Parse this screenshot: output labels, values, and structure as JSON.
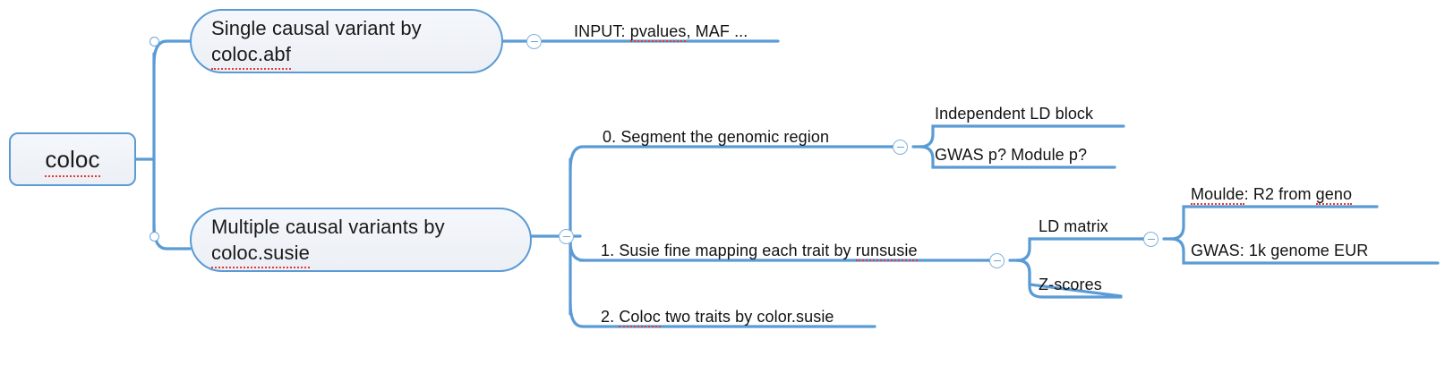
{
  "diagram": {
    "type": "mind-map",
    "title": "coloc",
    "line_color": "#5b9bd5",
    "node_fill": "#eef2f7",
    "node_border": "#5b9bd5",
    "text_color": "#121212",
    "spellcheck_color": "#e8392e"
  },
  "root": {
    "label": "coloc",
    "spellchecked": "coloc"
  },
  "branches": {
    "single": {
      "line1": "Single causal variant by",
      "line2": "coloc.abf",
      "spellchecked": "coloc.abf",
      "child": {
        "label": "INPUT: pvalues, MAF ...",
        "prefix": "INPUT: ",
        "spellchecked": "pvalues",
        "suffix": ", MAF ..."
      }
    },
    "multiple": {
      "line1": "Multiple causal variants by",
      "line2": "coloc.susie",
      "spellchecked": "coloc.susie",
      "steps": [
        {
          "label": "0. Segment the genomic region",
          "children": [
            {
              "label": "Independent LD block"
            },
            {
              "label": "GWAS p? Module p?"
            }
          ]
        },
        {
          "prefix": "1. Susie fine mapping each trait by ",
          "spellchecked": "runsusie",
          "suffix": "",
          "label": "1. Susie fine mapping each trait by runsusie",
          "children": [
            {
              "label": "LD matrix",
              "children": [
                {
                  "prefix": "",
                  "spellchecked": "Moulde",
                  "middle": ": R2 from ",
                  "spellchecked2": "geno",
                  "label": "Moulde: R2 from geno"
                },
                {
                  "label": "GWAS: 1k genome EUR"
                }
              ]
            },
            {
              "label": "Z-scores"
            }
          ]
        },
        {
          "prefix": "2. ",
          "spellchecked": "Coloc",
          "suffix": " two traits by color.susie",
          "label": "2. Coloc two traits by color.susie",
          "children": []
        }
      ]
    }
  },
  "toggles": [
    {
      "name": "collapse-toggle-input",
      "state": "expanded",
      "glyph": "minus"
    },
    {
      "name": "collapse-toggle-segment",
      "state": "expanded",
      "glyph": "minus"
    },
    {
      "name": "collapse-toggle-susie",
      "state": "expanded",
      "glyph": "minus"
    },
    {
      "name": "collapse-toggle-ldmatrix",
      "state": "expanded",
      "glyph": "minus"
    },
    {
      "name": "collapse-toggle-multiple",
      "state": "expanded",
      "glyph": "minus"
    }
  ]
}
